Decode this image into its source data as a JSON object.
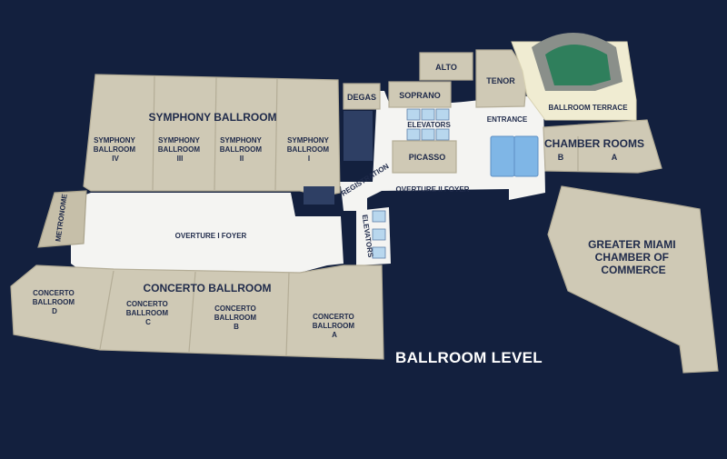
{
  "map_title": "BALLROOM LEVEL",
  "rooms": {
    "symphony_ballroom": "SYMPHONY BALLROOM",
    "symphony_iv": [
      "SYMPHONY",
      "BALLROOM",
      "IV"
    ],
    "symphony_iii": [
      "SYMPHONY",
      "BALLROOM",
      "III"
    ],
    "symphony_ii": [
      "SYMPHONY",
      "BALLROOM",
      "II"
    ],
    "symphony_i": [
      "SYMPHONY",
      "BALLROOM",
      "I"
    ],
    "metronome": "METRONOME",
    "degas": "DEGAS",
    "soprano": "SOPRANO",
    "alto": "ALTO",
    "tenor": "TENOR",
    "picasso": "PICASSO",
    "elevators_top": "ELEVATORS",
    "elevators_side": "ELEVATORS",
    "entrance": "ENTRANCE",
    "ballroom_terrace": "BALLROOM TERRACE",
    "chamber_rooms": "CHAMBER ROOMS",
    "chamber_b": "B",
    "chamber_a": "A",
    "registration": "REGISTRATION",
    "overture_ii_foyer": "OVERTURE II FOYER",
    "overture_i_foyer": "OVERTURE I FOYER",
    "greater_miami": [
      "GREATER MIAMI",
      "CHAMBER OF",
      "COMMERCE"
    ],
    "concerto_ballroom": "CONCERTO BALLROOM",
    "concerto_d": [
      "CONCERTO",
      "BALLROOM",
      "D"
    ],
    "concerto_c": [
      "CONCERTO",
      "BALLROOM",
      "C"
    ],
    "concerto_b": [
      "CONCERTO",
      "BALLROOM",
      "B"
    ],
    "concerto_a": [
      "CONCERTO",
      "BALLROOM",
      "A"
    ]
  },
  "colors": {
    "background": "#13203e",
    "room": "#cfc9b5",
    "foyer": "#f4f4f2",
    "label": "#1f2a4a",
    "water": "#7fb6e6",
    "terrace": "#f0ecd2",
    "lawn": "#2f7f5c"
  }
}
